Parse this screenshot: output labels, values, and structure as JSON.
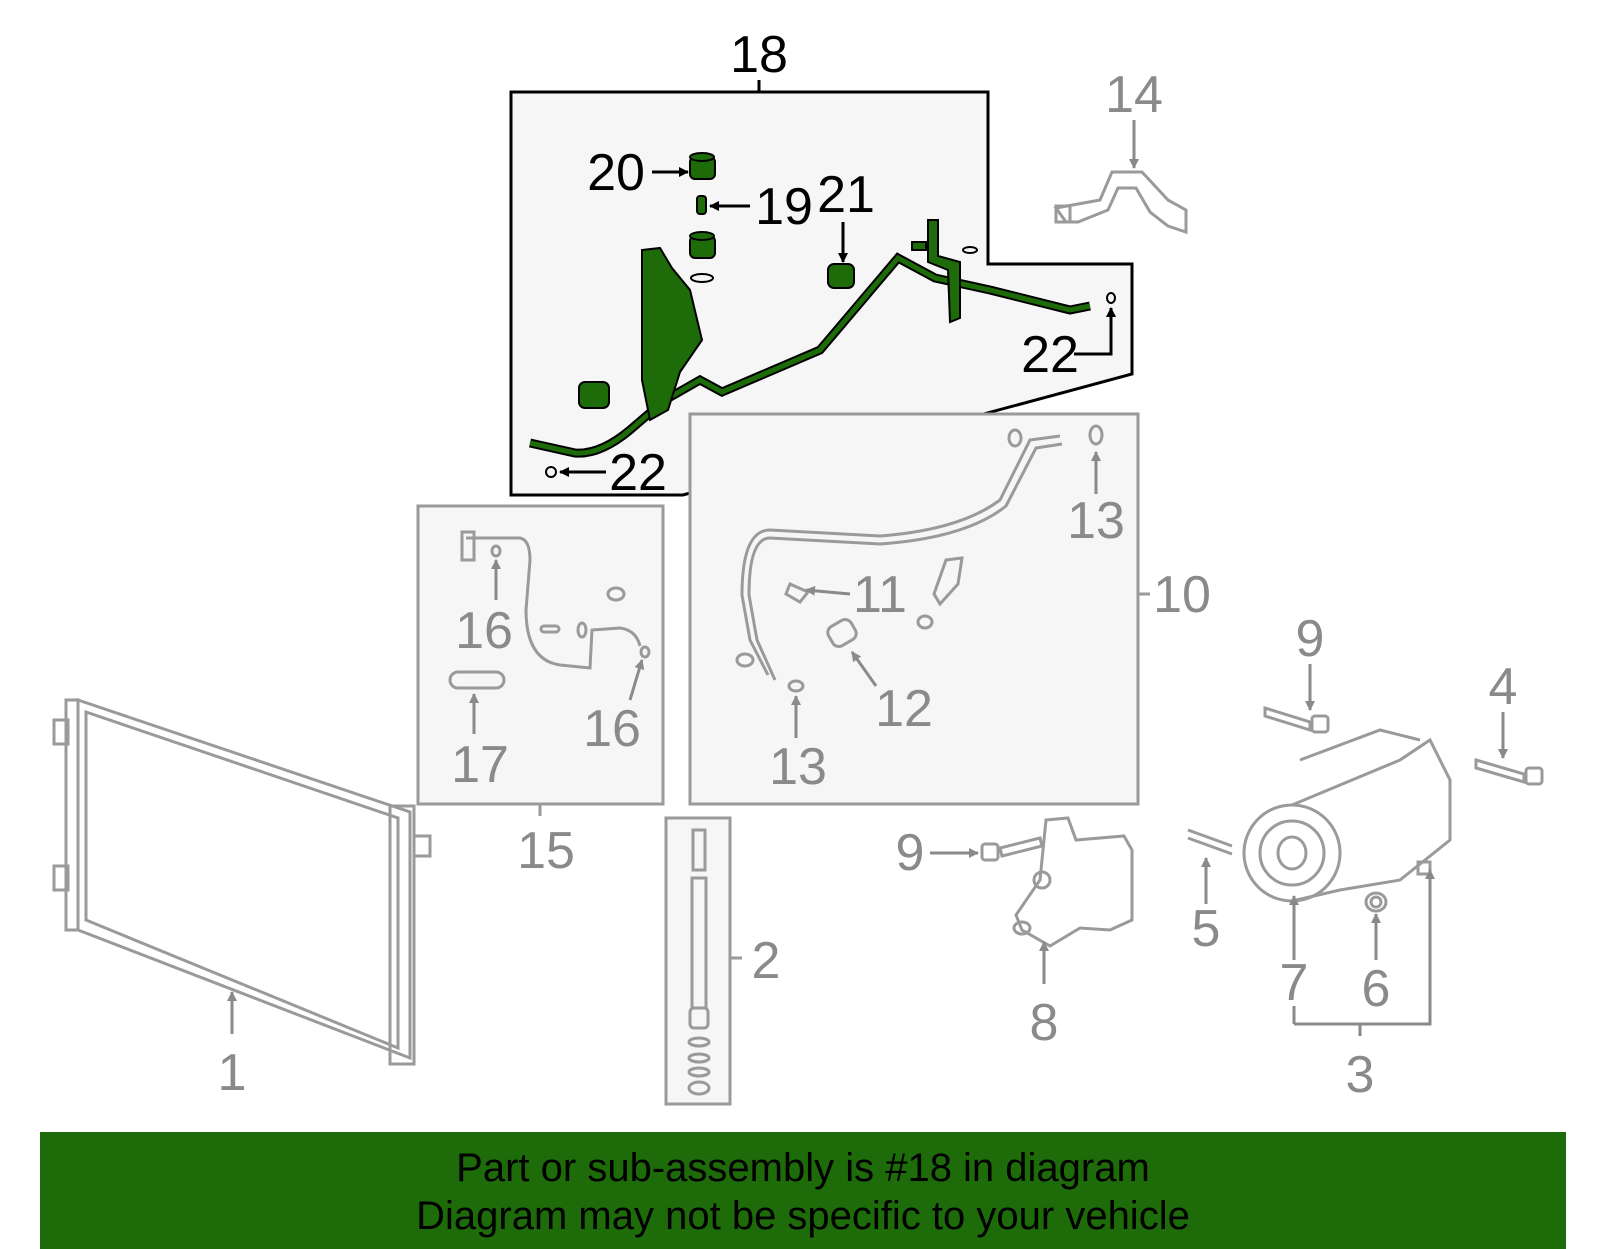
{
  "colors": {
    "highlight_part": "#1e6b0a",
    "highlight_outline": "#000000",
    "other_parts": "#9a9a9a",
    "panel_fill": "#f6f6f6",
    "banner_bg": "#1e6b0a"
  },
  "callouts": {
    "c1": "1",
    "c2": "2",
    "c3": "3",
    "c4": "4",
    "c5": "5",
    "c6": "6",
    "c7": "7",
    "c8": "8",
    "c9a": "9",
    "c9b": "9",
    "c10": "10",
    "c11": "11",
    "c12": "12",
    "c13a": "13",
    "c13b": "13",
    "c14": "14",
    "c15": "15",
    "c16a": "16",
    "c16b": "16",
    "c17": "17",
    "c18": "18",
    "c19": "19",
    "c20": "20",
    "c21": "21",
    "c22a": "22",
    "c22b": "22"
  },
  "banner": {
    "line1": "Part or sub-assembly is #18 in diagram",
    "line2": "Diagram may not be specific to your vehicle"
  }
}
